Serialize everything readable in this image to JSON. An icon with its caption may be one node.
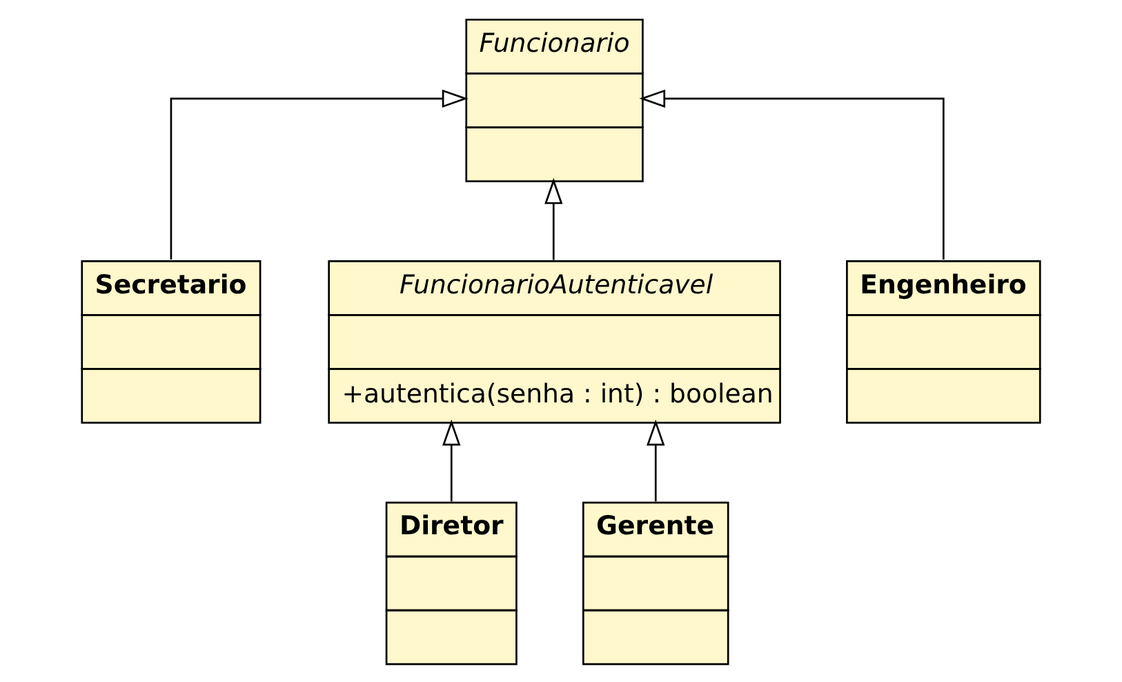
{
  "diagram": {
    "nodes": [
      {
        "text": [
          "Funcionario"
        ]
      },
      {
        "text": [
          "Secretario"
        ]
      },
      {
        "text": [
          "FuncionarioAutenticavel",
          "+autentica(senha : int) : boolean"
        ]
      },
      {
        "text": [
          "Engenheiro"
        ]
      },
      {
        "text": [
          "Diretor"
        ]
      },
      {
        "text": [
          "Gerente"
        ]
      }
    ],
    "edges": [
      {
        "from": 1,
        "to": 0,
        "arrow": "to"
      },
      {
        "from": 2,
        "to": 0,
        "arrow": "to"
      },
      {
        "from": 3,
        "to": 0,
        "arrow": "to"
      },
      {
        "from": 4,
        "to": 2,
        "arrow": "to"
      },
      {
        "from": 5,
        "to": 2,
        "arrow": "to"
      }
    ]
  }
}
